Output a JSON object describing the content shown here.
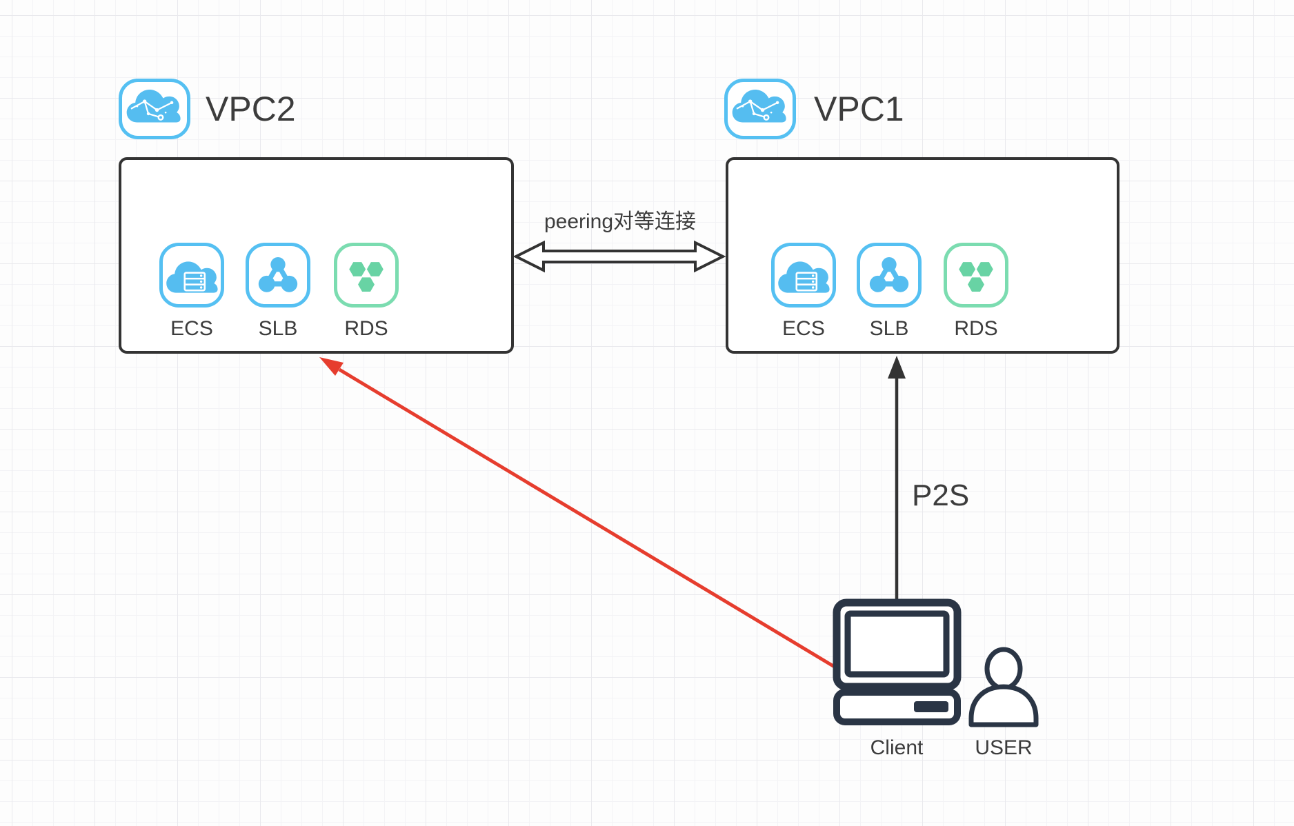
{
  "colors": {
    "blue": "#55BDF0",
    "blueBorder": "#55C0F2",
    "green": "#68D3A4",
    "greenBorder": "#7BDCB0",
    "outline": "#333333",
    "red": "#E63D2E",
    "device": "#2A3545",
    "text": "#3C3C3C"
  },
  "diagram": {
    "vpc2": {
      "title": "VPC2",
      "icon": "vpc-cloud-icon",
      "services": [
        {
          "label": "ECS",
          "icon": "cloud-server-icon"
        },
        {
          "label": "SLB",
          "icon": "load-balancer-icon"
        },
        {
          "label": "RDS",
          "icon": "hexagon-db-icon"
        }
      ]
    },
    "vpc1": {
      "title": "VPC1",
      "icon": "vpc-cloud-icon",
      "services": [
        {
          "label": "ECS",
          "icon": "cloud-server-icon"
        },
        {
          "label": "SLB",
          "icon": "load-balancer-icon"
        },
        {
          "label": "RDS",
          "icon": "hexagon-db-icon"
        }
      ]
    },
    "connections": {
      "peering": {
        "label": "peering对等连接"
      },
      "p2s": {
        "label": "P2S"
      }
    },
    "client": {
      "label": "Client",
      "icon": "desktop-computer-icon"
    },
    "user": {
      "label": "USER",
      "icon": "person-icon"
    }
  }
}
